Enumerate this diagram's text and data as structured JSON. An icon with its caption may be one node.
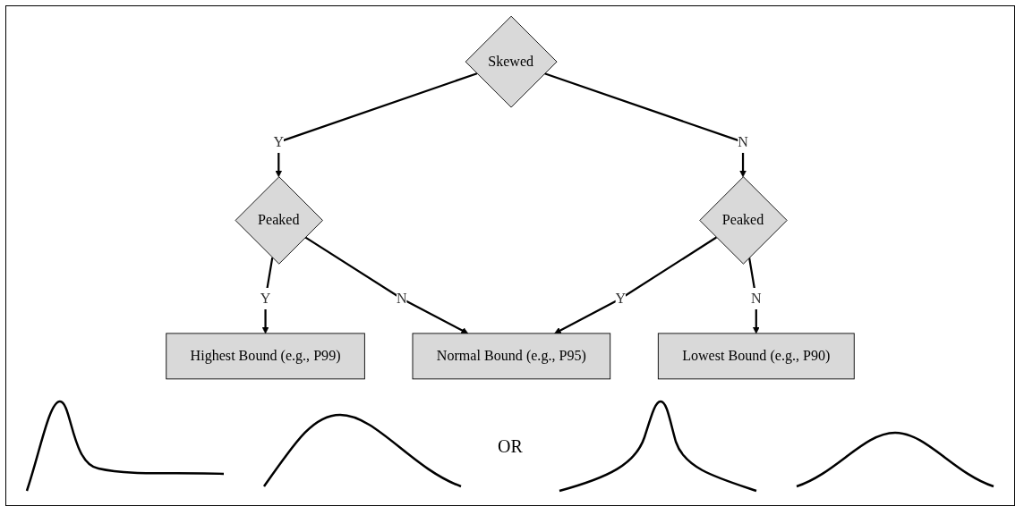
{
  "diagram": {
    "nodes": [
      {
        "text": [
          "Skewed"
        ]
      },
      {
        "text": [
          "Peaked"
        ]
      },
      {
        "text": [
          "Peaked"
        ]
      },
      {
        "text": [
          "Highest Bound (e.g., P99)"
        ]
      },
      {
        "text": [
          "Normal Bound (e.g., P95)"
        ]
      },
      {
        "text": [
          "Lowest Bound (e.g., P90)"
        ]
      }
    ],
    "edges": [
      {
        "from": 0,
        "to": 1,
        "arrow": "to",
        "label": "Y"
      },
      {
        "from": 0,
        "to": 2,
        "arrow": "to",
        "label": "N"
      },
      {
        "from": 1,
        "to": 3,
        "arrow": "to",
        "label": "Y"
      },
      {
        "from": 1,
        "to": 4,
        "arrow": "to",
        "label": "N"
      },
      {
        "from": 2,
        "to": 4,
        "arrow": "to",
        "label": "Y"
      },
      {
        "from": 2,
        "to": 5,
        "arrow": "to",
        "label": "N"
      }
    ],
    "labels": [
      "OR"
    ]
  }
}
